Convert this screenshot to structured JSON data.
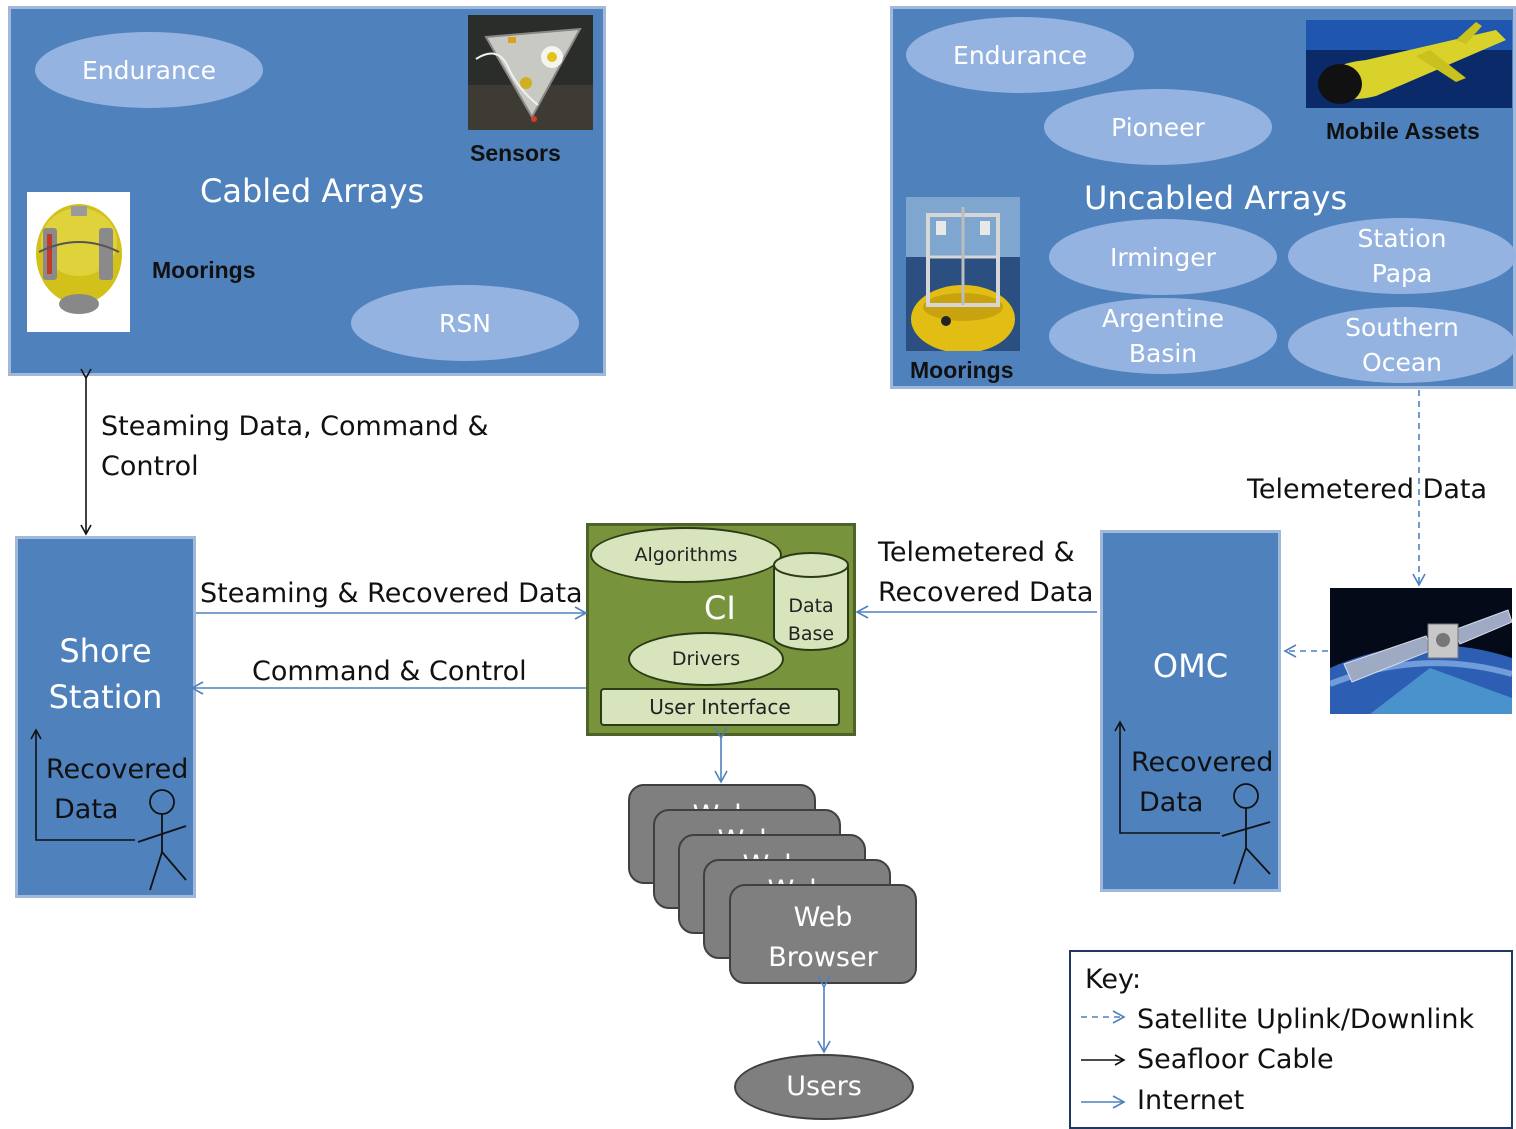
{
  "cabled": {
    "title": "Cabled Arrays",
    "endurance": "Endurance",
    "rsn": "RSN",
    "sensors": "Sensors",
    "moorings": "Moorings"
  },
  "uncabled": {
    "title": "Uncabled Arrays",
    "endurance": "Endurance",
    "pioneer": "Pioneer",
    "irminger": "Irminger",
    "station_papa": [
      "Station",
      "Papa"
    ],
    "argentine_basin": [
      "Argentine",
      "Basin"
    ],
    "southern_ocean": [
      "Southern",
      "Ocean"
    ],
    "mobile_assets": "Mobile Assets",
    "moorings": "Moorings"
  },
  "links": {
    "cabled_to_shore": [
      "Steaming Data, Command &",
      "Control"
    ],
    "telemetered": "Telemetered Data",
    "shore_to_ci": "Steaming & Recovered Data",
    "ci_to_shore": "Command & Control",
    "omc_to_ci": [
      "Telemetered &",
      "Recovered Data"
    ]
  },
  "shore": {
    "title": [
      "Shore",
      "Station"
    ],
    "recovered": [
      "Recovered",
      "Data"
    ]
  },
  "omc": {
    "title": "OMC",
    "recovered": [
      "Recovered",
      "Data"
    ]
  },
  "ci": {
    "title": "CI",
    "algorithms": "Algorithms",
    "drivers": "Drivers",
    "database": [
      "Data",
      "Base"
    ],
    "user_interface": "User Interface"
  },
  "browser": {
    "back_label": "Web",
    "front": [
      "Web",
      "Browser"
    ]
  },
  "users": "Users",
  "key": {
    "title": "Key:",
    "items": [
      "Satellite Uplink/Downlink",
      "Seafloor Cable",
      "Internet"
    ]
  },
  "colors": {
    "panel_blue": "#4f81bd",
    "oval_blue": "#95b3e0",
    "ci_green": "#77933c",
    "ci_light": "#d7e4bc",
    "internet_arrow": "#4f81bd",
    "browser_gray": "#7f7f7f"
  }
}
